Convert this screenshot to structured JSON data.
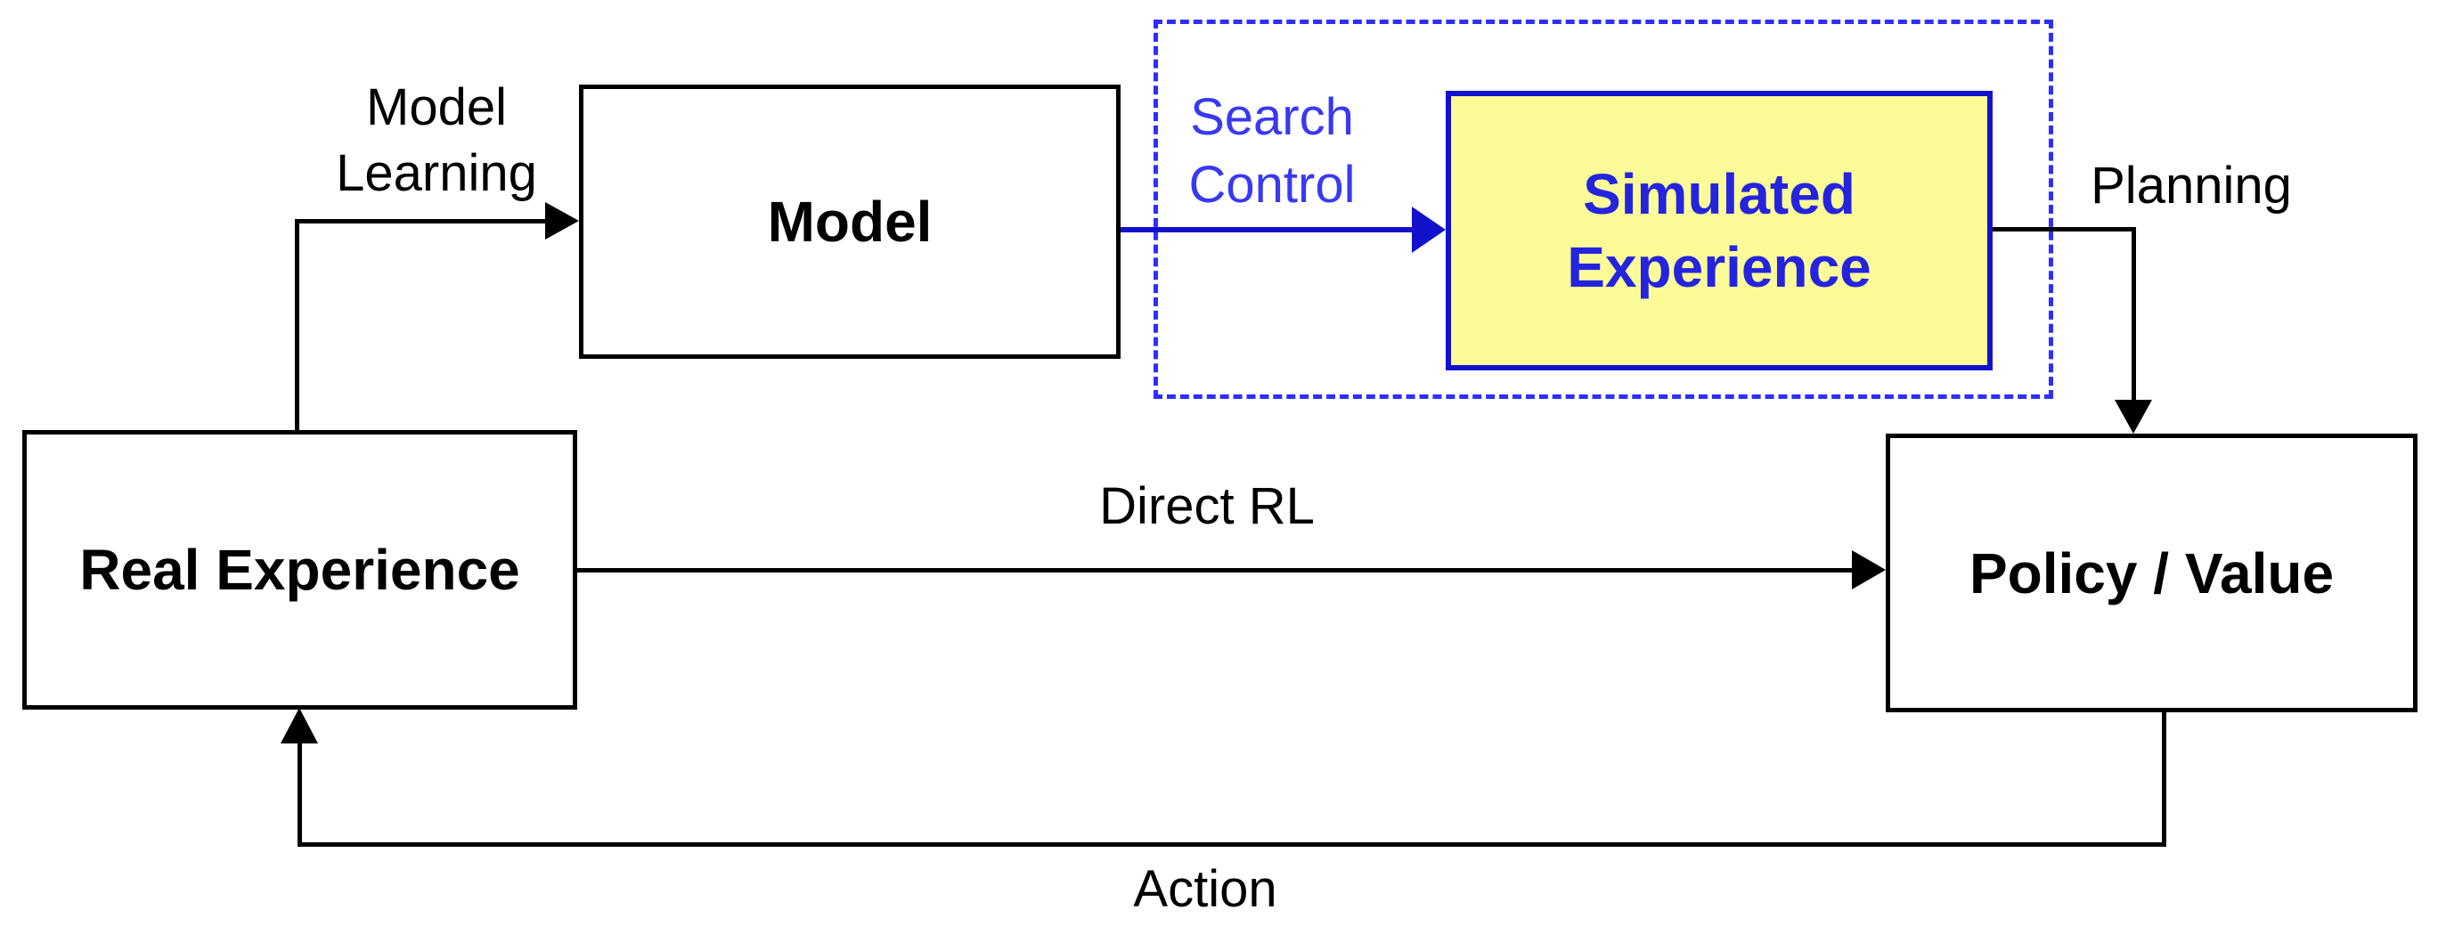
{
  "nodes": {
    "model": {
      "label": "Model"
    },
    "simulated_experience": {
      "line1": "Simulated",
      "line2": "Experience"
    },
    "real_experience": {
      "label": "Real Experience"
    },
    "policy_value": {
      "label": "Policy / Value"
    }
  },
  "labels": {
    "model_learning": {
      "line1": "Model",
      "line2": "Learning"
    },
    "search_control": {
      "line1": "Search",
      "line2": "Control"
    },
    "planning": "Planning",
    "direct_rl": "Direct RL",
    "action": "Action"
  },
  "colors": {
    "black": "#000000",
    "blue_solid": "#1212CC",
    "blue_dash": "#2E2EFF",
    "blue_label": "#3939F2",
    "sim_fill": "#FBFB98",
    "sim_text": "#2424DE",
    "bg": "#FFFFFF"
  }
}
